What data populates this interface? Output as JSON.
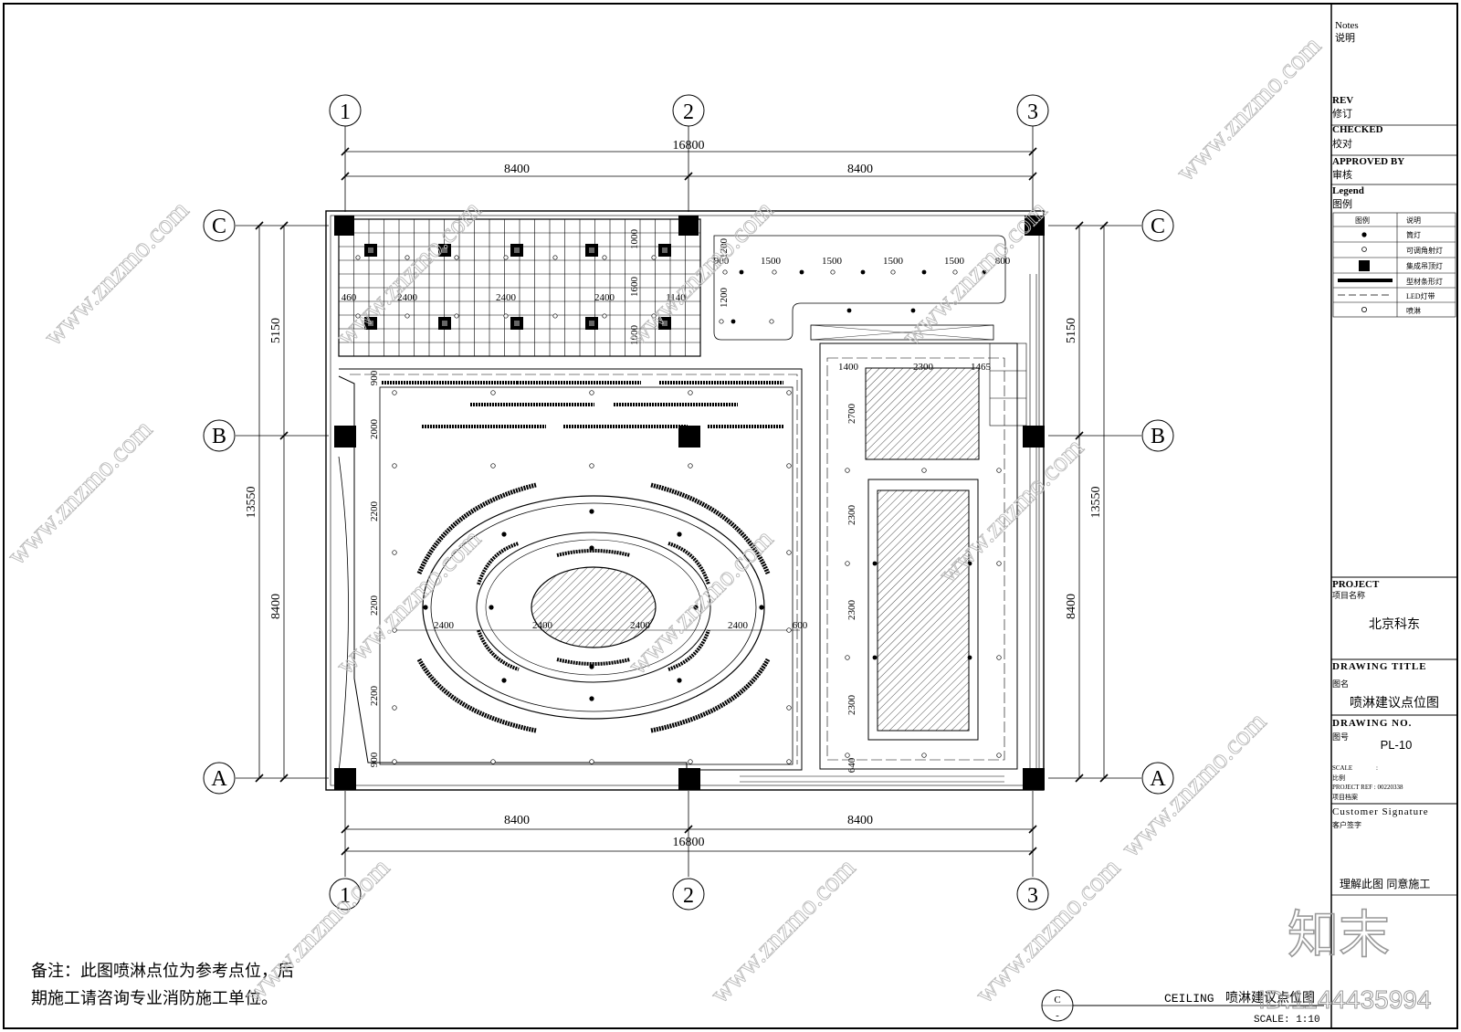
{
  "grid": {
    "cols": [
      "1",
      "2",
      "3"
    ],
    "rows": [
      "C",
      "B",
      "A"
    ]
  },
  "dims": {
    "top_total": "16800",
    "top_left": "8400",
    "top_right": "8400",
    "bottom_total": "16800",
    "bottom_left": "8400",
    "bottom_right": "8400",
    "left_total": "13550",
    "left_upper": "5150",
    "left_lower": "8400",
    "right_total": "13550",
    "right_upper": "5150",
    "right_lower": "8400"
  },
  "inner_dims": {
    "grid_row": [
      "460",
      "2400",
      "2400",
      "2400",
      "1140"
    ],
    "grid_v": [
      "1000",
      "1600",
      "1000"
    ],
    "strip_row": [
      "900",
      "1500",
      "1500",
      "1500",
      "1500",
      "800"
    ],
    "strip_v": [
      "1200",
      "1200"
    ],
    "oval_row": [
      "2400",
      "2400",
      "2400",
      "2400",
      "600"
    ],
    "left_v": [
      "900",
      "2000",
      "2200",
      "2200",
      "2200",
      "900"
    ],
    "room_row": [
      "1400",
      "2300",
      "1465"
    ],
    "room_v": [
      "2700",
      "2300",
      "2300",
      "2300",
      "640"
    ]
  },
  "title_block": {
    "notes": "Notes",
    "notes_cn": "说明",
    "rev": "REV",
    "rev_cn": "修订",
    "checked": "CHECKED",
    "checked_cn": "校对",
    "approved": "APPROVED BY",
    "approved_cn": "审核",
    "legend": "Legend",
    "legend_cn": "图例",
    "legend_header": [
      "图例",
      "说明"
    ],
    "legend_items": [
      "筒灯",
      "可调角射灯",
      "集成吊顶灯",
      "型材条形灯",
      "LED灯带",
      "喷淋"
    ],
    "project": "PROJECT",
    "project_cn": "项目名称",
    "project_name": "北京科东",
    "drawing_title": "DRAWING TITLE",
    "drawing_title_cn": "图名",
    "drawing_title_value": "喷淋建议点位图",
    "drawing_no": "DRAWING NO.",
    "drawing_no_cn": "图号",
    "drawing_no_value": "PL-10",
    "scale": "SCALE",
    "scale_colon": ":",
    "scale_cn": "比例",
    "project_ref": "PROJECT REF : 00220338",
    "project_ref_cn": "项目档案",
    "customer": "Customer Signature",
    "customer_cn": "客户签字",
    "agree": "理解此图  同意施工"
  },
  "remarks": [
    "备注：此图喷淋点位为参考点位，后",
    "期施工请咨询专业消防施工单位。"
  ],
  "footer": {
    "ceiling": "CEILING",
    "title": "喷淋建议点位图",
    "scale": "SCALE: 1:10",
    "bubble_top": "C",
    "bubble_bottom": "-"
  },
  "watermark": {
    "text": "www.znzmo.com",
    "brand": "知末",
    "id": "ID:1144435994"
  }
}
